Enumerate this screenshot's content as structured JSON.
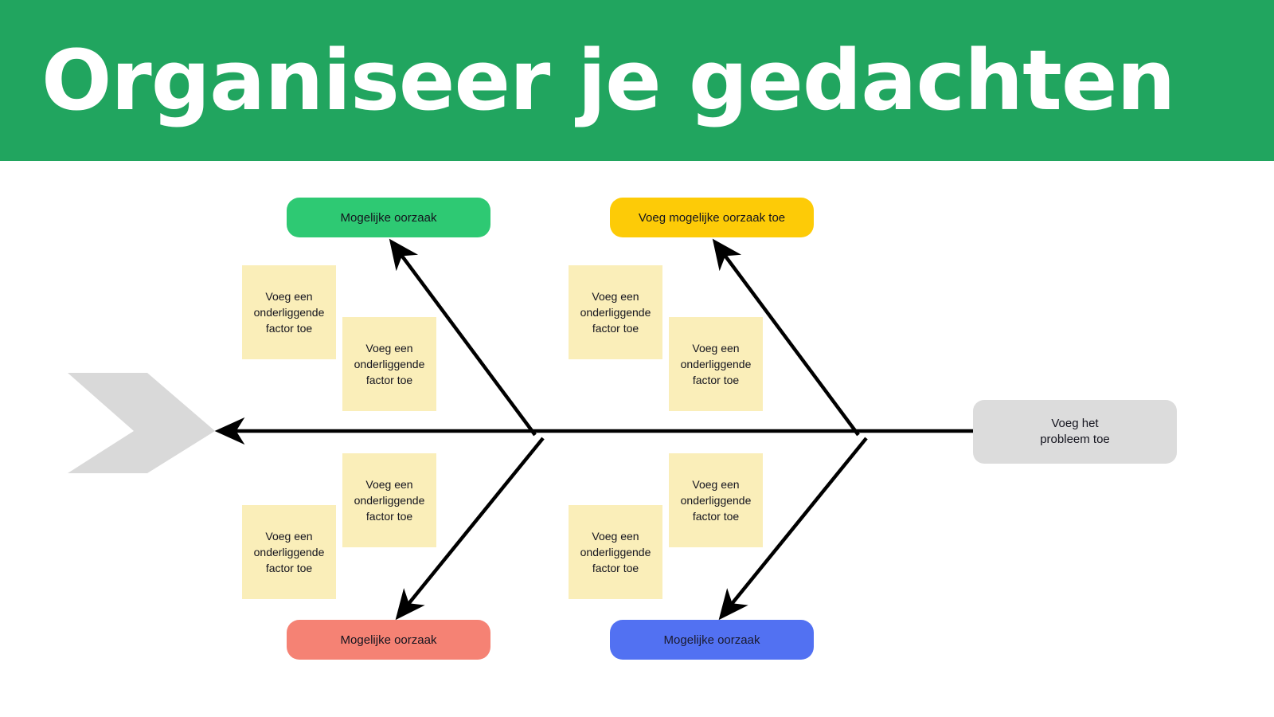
{
  "header": {
    "title": "Organiseer je gedachten",
    "background_color": "#21a55f",
    "text_color": "#ffffff"
  },
  "diagram": {
    "type": "fishbone",
    "problem": {
      "label": "Voeg het probleem toe",
      "line1": "Voeg het",
      "line2": "probleem toe",
      "color": "#dcdcdc"
    },
    "spine": {
      "head_shape": "chevron-arrow-left",
      "head_color": "#d9d9d9",
      "line_color": "#000000"
    },
    "causes": [
      {
        "label": "Mogelijke oorzaak",
        "color": "#2ec973",
        "position": "top-left"
      },
      {
        "label": "Voeg mogelijke oorzaak toe",
        "color": "#fdcb07",
        "position": "top-right"
      },
      {
        "label": "Mogelijke oorzaak",
        "color": "#f58274",
        "position": "bottom-left"
      },
      {
        "label": "Mogelijke oorzaak",
        "color": "#5271f2",
        "position": "bottom-right"
      }
    ],
    "notes": [
      {
        "label": "Voeg een onderliggende factor toe",
        "color": "#faeeb9"
      },
      {
        "label": "Voeg een onderliggende factor toe",
        "color": "#faeeb9"
      },
      {
        "label": "Voeg een onderliggende factor toe",
        "color": "#faeeb9"
      },
      {
        "label": "Voeg een onderliggende factor toe",
        "color": "#faeeb9"
      },
      {
        "label": "Voeg een onderliggende factor toe",
        "color": "#faeeb9"
      },
      {
        "label": "Voeg een onderliggende factor toe",
        "color": "#faeeb9"
      },
      {
        "label": "Voeg een onderliggende factor toe",
        "color": "#faeeb9"
      },
      {
        "label": "Voeg een onderliggende factor toe",
        "color": "#faeeb9"
      }
    ]
  }
}
